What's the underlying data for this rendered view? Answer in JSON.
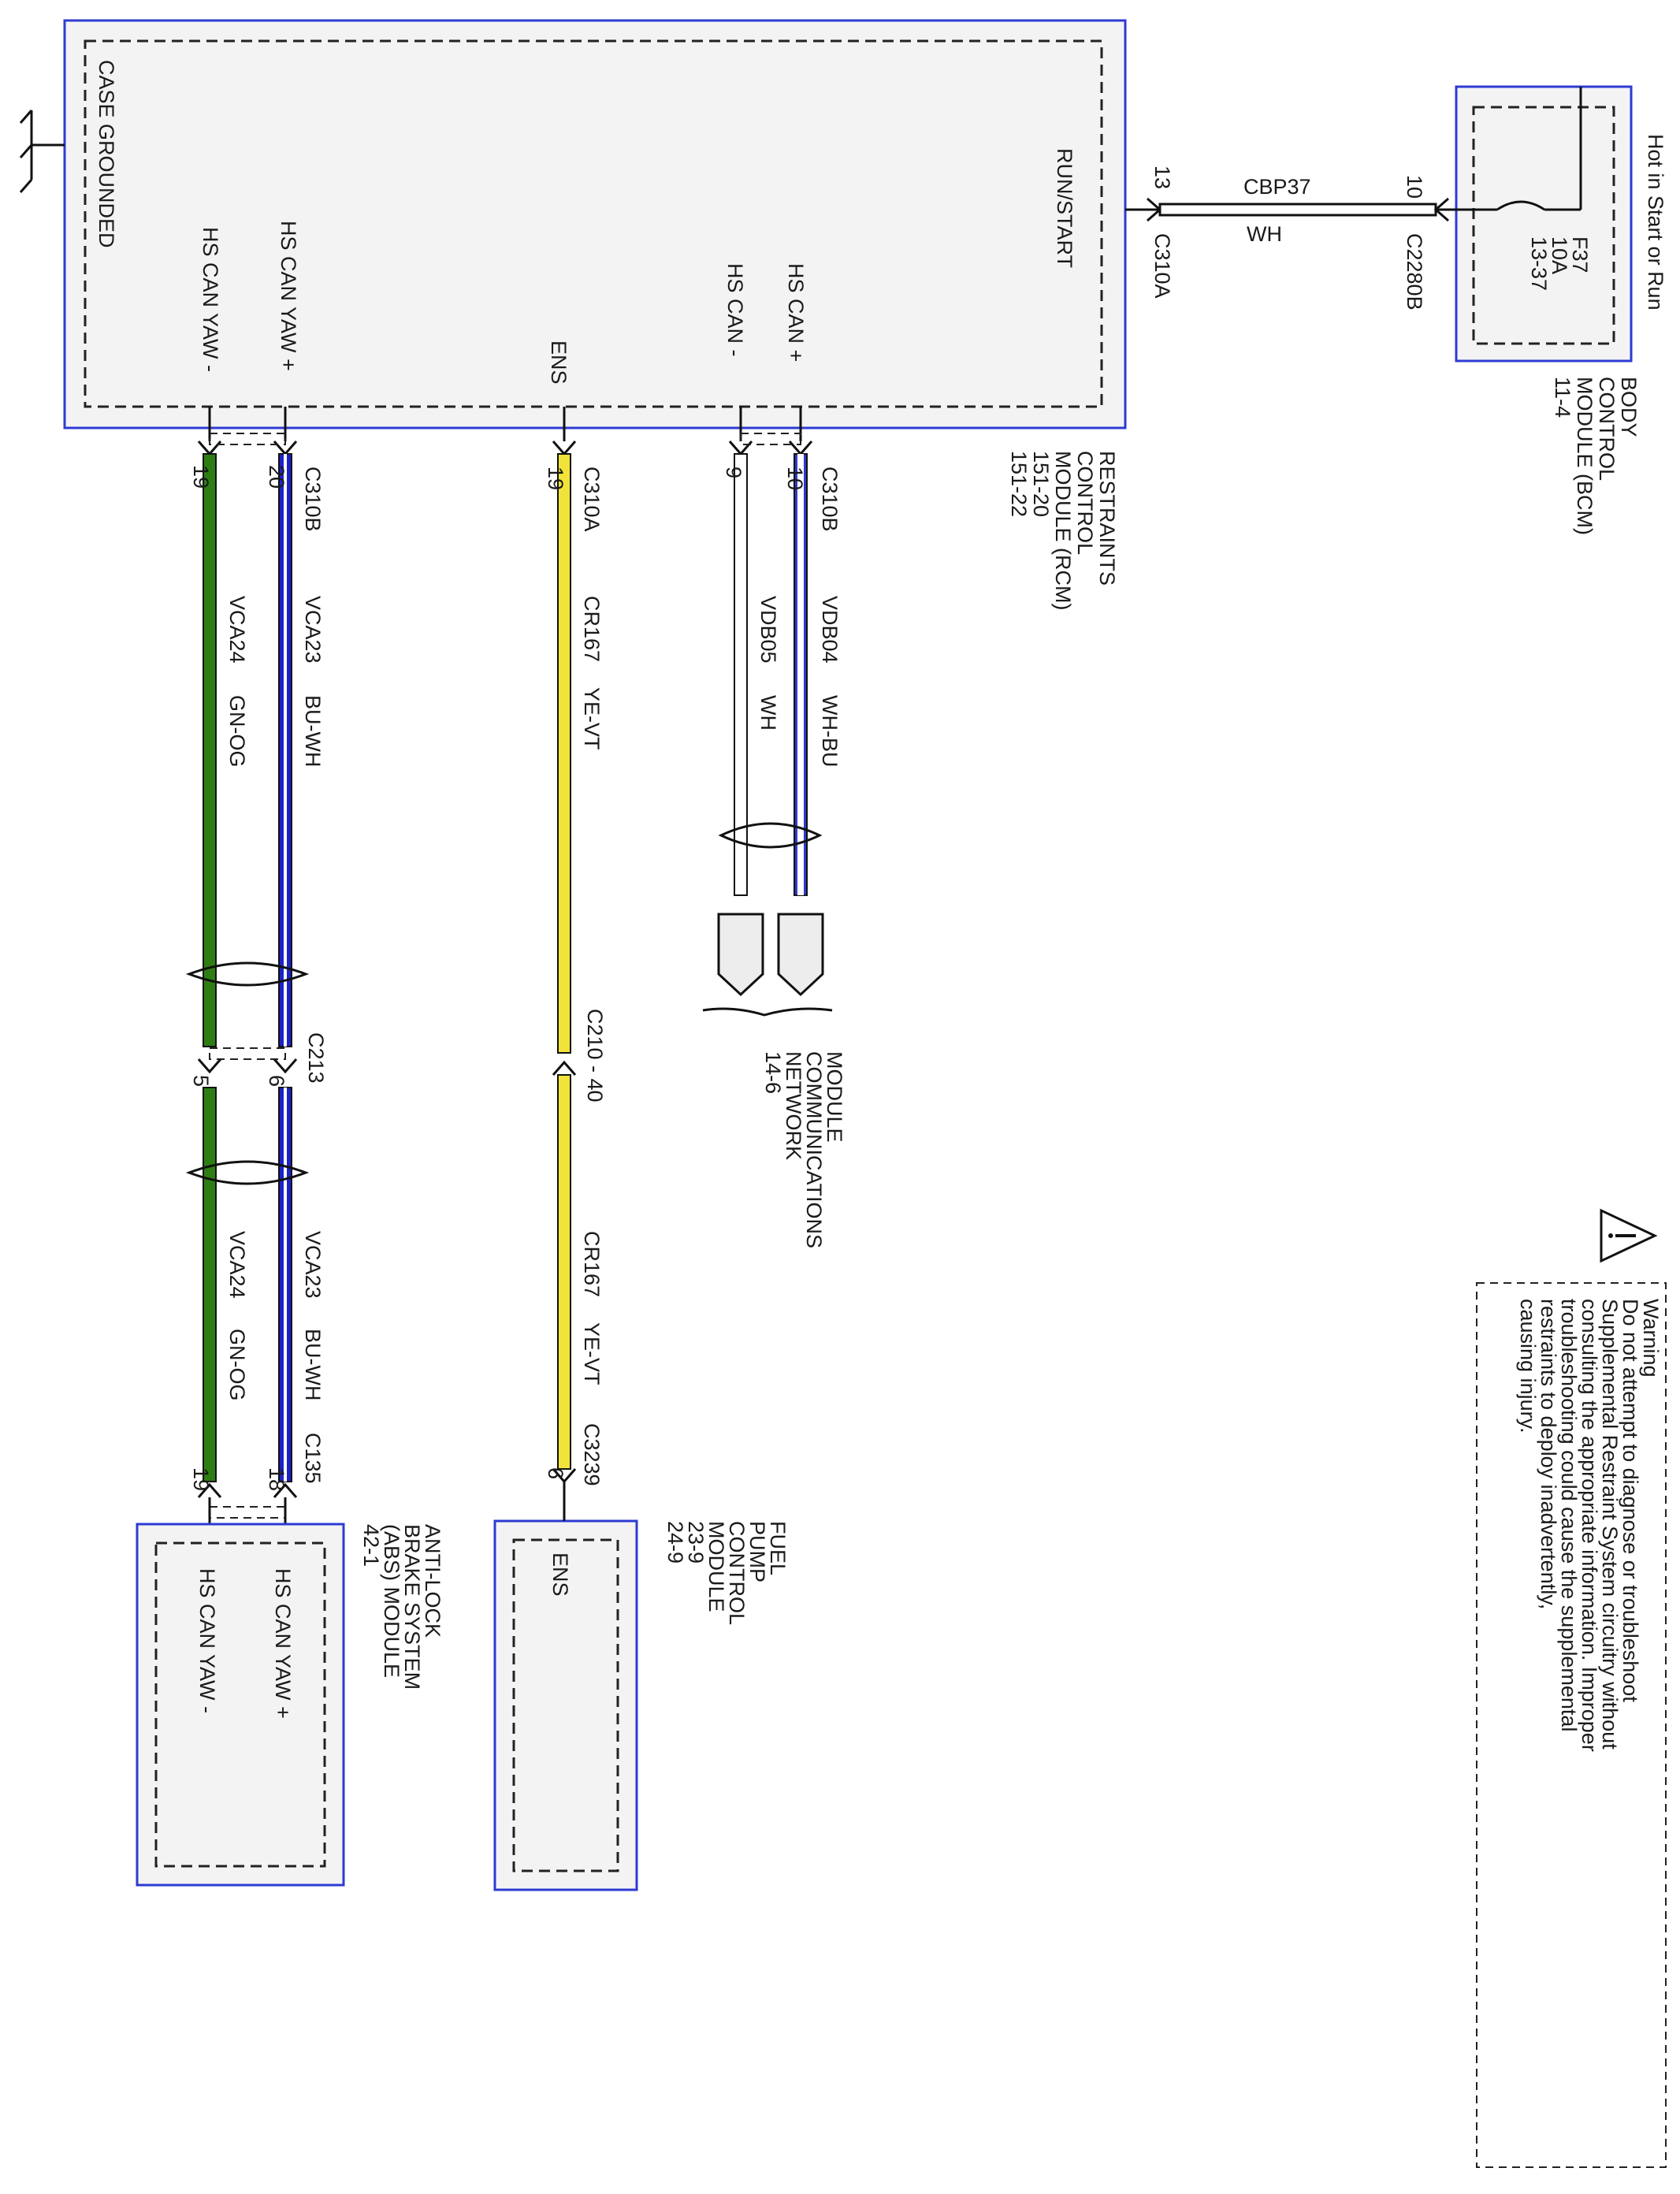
{
  "rcm": {
    "name_lines": [
      "RESTRAINTS",
      "CONTROL",
      "MODULE (RCM)",
      "151-20",
      "151-22"
    ],
    "case_grounded": "CASE GROUNDED",
    "run_start": "RUN/START",
    "pins": {
      "hs_can_plus": "HS CAN +",
      "hs_can_minus": "HS CAN -",
      "ens": "ENS",
      "hs_can_yaw_plus": "HS CAN YAW +",
      "hs_can_yaw_minus": "HS CAN YAW -"
    }
  },
  "bcm": {
    "name_lines": [
      "BODY",
      "CONTROL",
      "MODULE (BCM)",
      "11-4"
    ],
    "supply_note": "Hot in Start or Run",
    "fuse_lines": [
      "F37",
      "10A",
      "13-37"
    ]
  },
  "feed_circuit": {
    "circuit": "CBP37",
    "color": "WH",
    "rcm_pin": "13",
    "rcm_connector": "C310A",
    "bcm_pin": "10",
    "bcm_connector": "C2280B"
  },
  "can_bus": {
    "connector": "C310B",
    "pin_plus": "10",
    "pin_minus": "9",
    "plus_circuit": "VDB04",
    "plus_color": "WH-BU",
    "minus_circuit": "VDB05",
    "minus_color": "WH",
    "network_lines": [
      "MODULE",
      "COMMUNICATIONS",
      "NETWORK",
      "14-6"
    ]
  },
  "ens_line": {
    "top_connector": "C310A",
    "top_pin": "19",
    "circuit": "CR167",
    "color": "YE-VT",
    "inline_connector": "C210 - 40",
    "bottom_connector": "C3239",
    "bottom_pin": "6"
  },
  "yaw_lines": {
    "top_connector": "C310B",
    "top_pin_plus": "20",
    "top_pin_minus": "19",
    "plus_circuit": "VCA23",
    "plus_color": "BU-WH",
    "minus_circuit": "VCA24",
    "minus_color": "GN-OG",
    "inline_connector": "C213",
    "inline_pin_plus": "6",
    "inline_pin_minus": "5",
    "bottom_connector": "C135",
    "bottom_pin_plus": "18",
    "bottom_pin_minus": "19"
  },
  "fpcm": {
    "name_lines": [
      "FUEL",
      "PUMP",
      "CONTROL",
      "MODULE",
      "23-9",
      "24-9"
    ],
    "pin_label": "ENS"
  },
  "abs": {
    "name_lines": [
      "ANTI-LOCK",
      "BRAKE SYSTEM",
      "(ABS) MODULE",
      "42-1"
    ],
    "pin_plus": "HS CAN YAW +",
    "pin_minus": "HS CAN YAW -"
  },
  "warning": {
    "icon": "warning-triangle-icon",
    "lines": [
      "Warning",
      "Do not attempt to diagnose or troubleshoot",
      "Supplemental Restraint System circuitry without",
      "consulting the appropriate information. Improper",
      "troubleshooting could cause the supplemental",
      "restraints to deploy inadvertently,",
      "causing injury."
    ]
  },
  "colors": {
    "box_border": "#2d3bd2",
    "box_fill": "#f3f3f3",
    "wire_yellow": "#f2e33a",
    "wire_blue": "#1c22c8",
    "wire_green": "#2e7d14",
    "wire_white": "#ffffff"
  }
}
